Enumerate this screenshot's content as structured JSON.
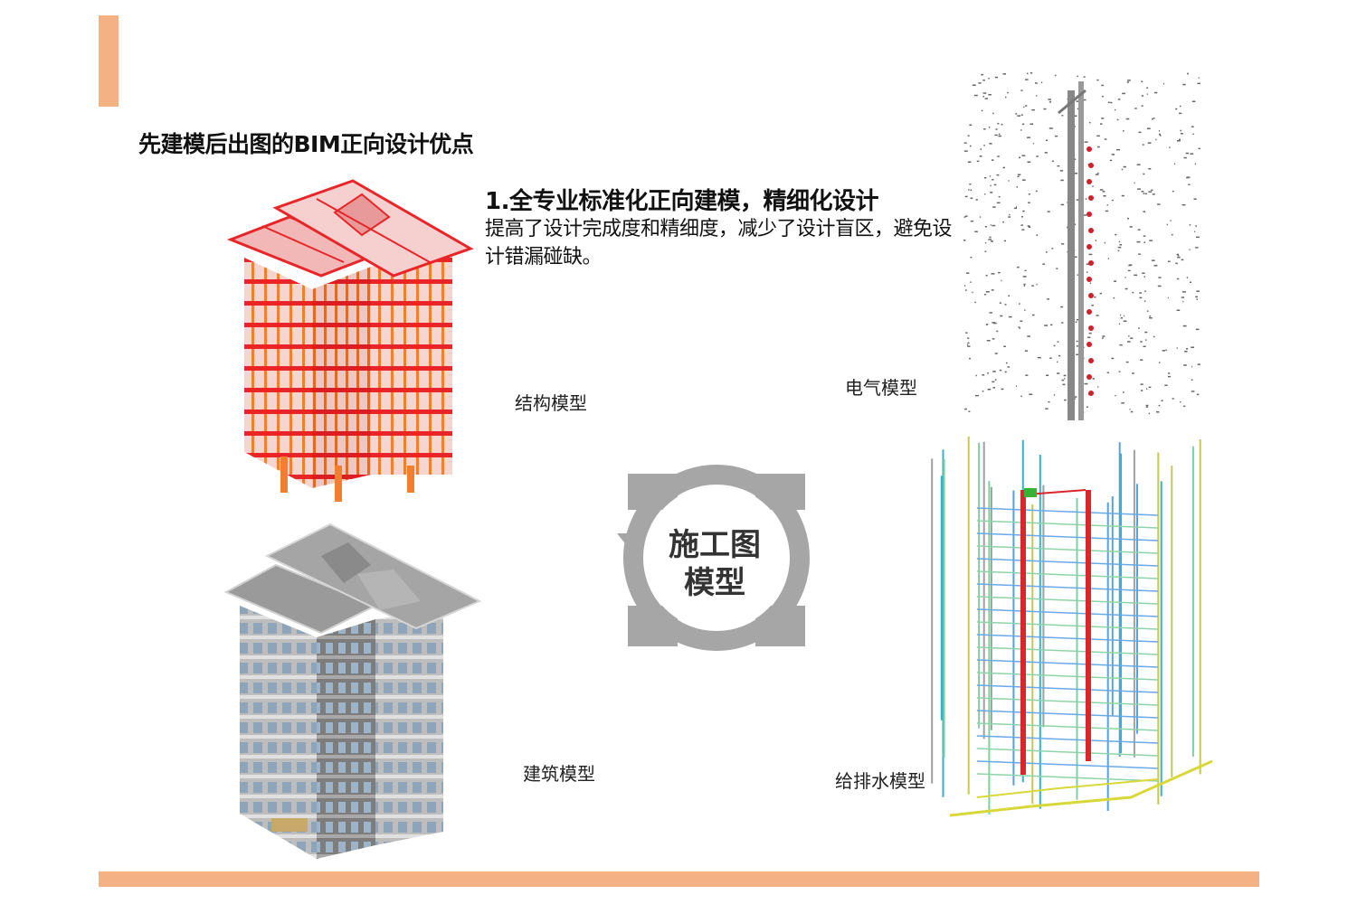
{
  "page": {
    "title": "先建模后出图的BIM正向设计优点",
    "point": {
      "heading": "1.全专业标准化正向建模，精细化设计",
      "description": "提高了设计完成度和精细度，减少了设计盲区，避免设计错漏碰缺。"
    },
    "center": {
      "line1": "施工图",
      "line2": "模型"
    },
    "captions": {
      "structure": "结构模型",
      "electrical": "电气模型",
      "architecture": "建筑模型",
      "plumbing": "给排水模型"
    }
  },
  "colors": {
    "accent": "#f4b183",
    "structure_red": "#e8262a",
    "structure_orange": "#f08030",
    "cycle_gray": "#a6a6a6"
  }
}
